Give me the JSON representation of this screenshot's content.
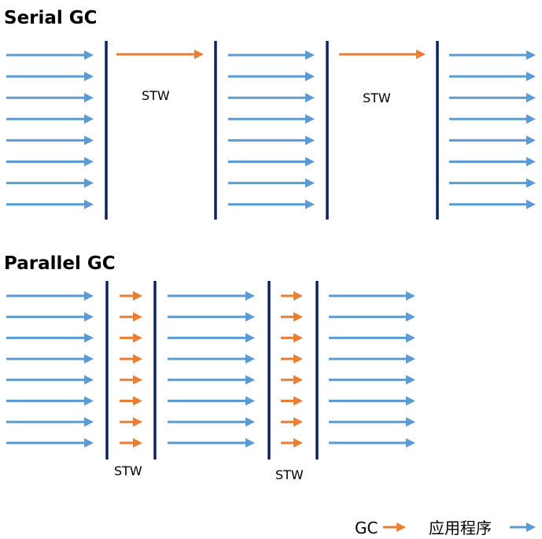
{
  "serial": {
    "title": "Serial GC",
    "stw_label_1": "STW",
    "stw_label_2": "STW",
    "thread_rows": 8
  },
  "parallel": {
    "title": "Parallel GC",
    "stw_label_1": "STW",
    "stw_label_2": "STW",
    "thread_rows": 8
  },
  "legend": {
    "gc_label": "GC",
    "app_label": "应用程序"
  },
  "colors": {
    "app_arrow": "#5B9BD5",
    "gc_arrow": "#ED7D31",
    "stw_line": "#0B2463"
  }
}
